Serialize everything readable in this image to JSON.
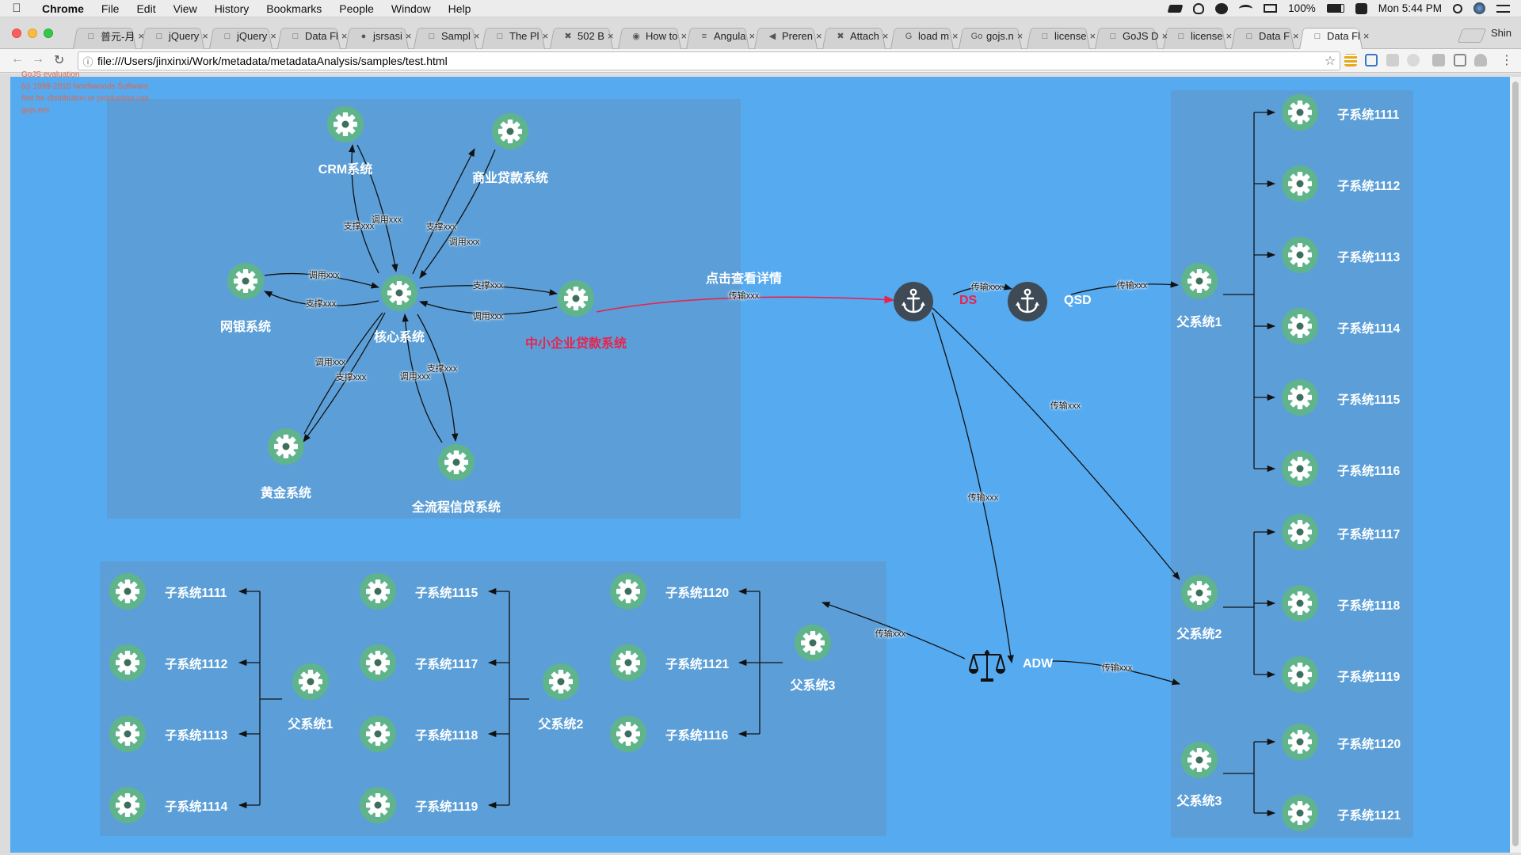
{
  "menubar": {
    "app": "Chrome",
    "menus": [
      "File",
      "Edit",
      "View",
      "History",
      "Bookmarks",
      "People",
      "Window",
      "Help"
    ],
    "battery": "100%",
    "clock": "Mon 5:44 PM"
  },
  "tabs": [
    {
      "icon": "page-icon",
      "label": "普元-月"
    },
    {
      "icon": "page-icon",
      "label": "jQuery"
    },
    {
      "icon": "page-icon",
      "label": "jQuery"
    },
    {
      "icon": "page-icon",
      "label": "Data Fl"
    },
    {
      "icon": "github-icon",
      "label": "jsrsasi"
    },
    {
      "icon": "page-icon",
      "label": "Sampl"
    },
    {
      "icon": "page-icon",
      "label": "The Pl"
    },
    {
      "icon": "cross-logo-icon",
      "label": "502 B"
    },
    {
      "icon": "globe-icon",
      "label": "How to"
    },
    {
      "icon": "list-icon",
      "label": "Angula"
    },
    {
      "icon": "code-icon",
      "label": "Preren"
    },
    {
      "icon": "cross-logo-icon",
      "label": "Attach"
    },
    {
      "icon": "google-icon",
      "label": "load m"
    },
    {
      "icon": "gojs-icon",
      "label": "gojs.n"
    },
    {
      "icon": "page-icon",
      "label": "license"
    },
    {
      "icon": "page-icon",
      "label": "GoJS D"
    },
    {
      "icon": "page-icon",
      "label": "license"
    },
    {
      "icon": "page-icon",
      "label": "Data F"
    },
    {
      "icon": "page-icon",
      "label": "Data Fl",
      "active": true
    }
  ],
  "profile": "Shin",
  "address": "file:///Users/jinxinxi/Work/metadata/metadataAnalysis/samples/test.html",
  "watermark": [
    "GoJS evaluation",
    "(c) 1998-2016 Northwoods Software",
    "Not for distribution or production use",
    "gojs.net"
  ],
  "star": {
    "center": "核心系统",
    "crm": "CRM系统",
    "commercial": "商业贷款系统",
    "ebank": "网银系统",
    "sme": "中小企业贷款系统",
    "gold": "黄金系统",
    "fullprocess": "全流程信贷系统"
  },
  "edge_labels": {
    "support": "支撑xxx",
    "call": "调用xxx",
    "transfer": "传输xxx"
  },
  "detail_link": "点击查看详情",
  "ds": "DS",
  "qsd": "QSD",
  "adw": "ADW",
  "parents": [
    "父系统1",
    "父系统2",
    "父系统3"
  ],
  "right_children": [
    "子系统1111",
    "子系统1112",
    "子系统1113",
    "子系统1114",
    "子系统1115",
    "子系统1116",
    "子系统1117",
    "子系统1118",
    "子系统1119",
    "子系统1120",
    "子系统1121"
  ],
  "bottom_group1": [
    "子系统1111",
    "子系统1112",
    "子系统1113",
    "子系统1114"
  ],
  "bottom_group2": [
    "子系统1115",
    "子系统1117",
    "子系统1118",
    "子系统1119"
  ],
  "bottom_group3": [
    "子系统1120",
    "子系统1121",
    "子系统1116"
  ],
  "colors": {
    "canvas": "#56aaf0",
    "group": "#5c9fd8",
    "gear_bg": "#5fb48b",
    "highlight": "#e8234d",
    "anchor": "#3f4a57"
  }
}
